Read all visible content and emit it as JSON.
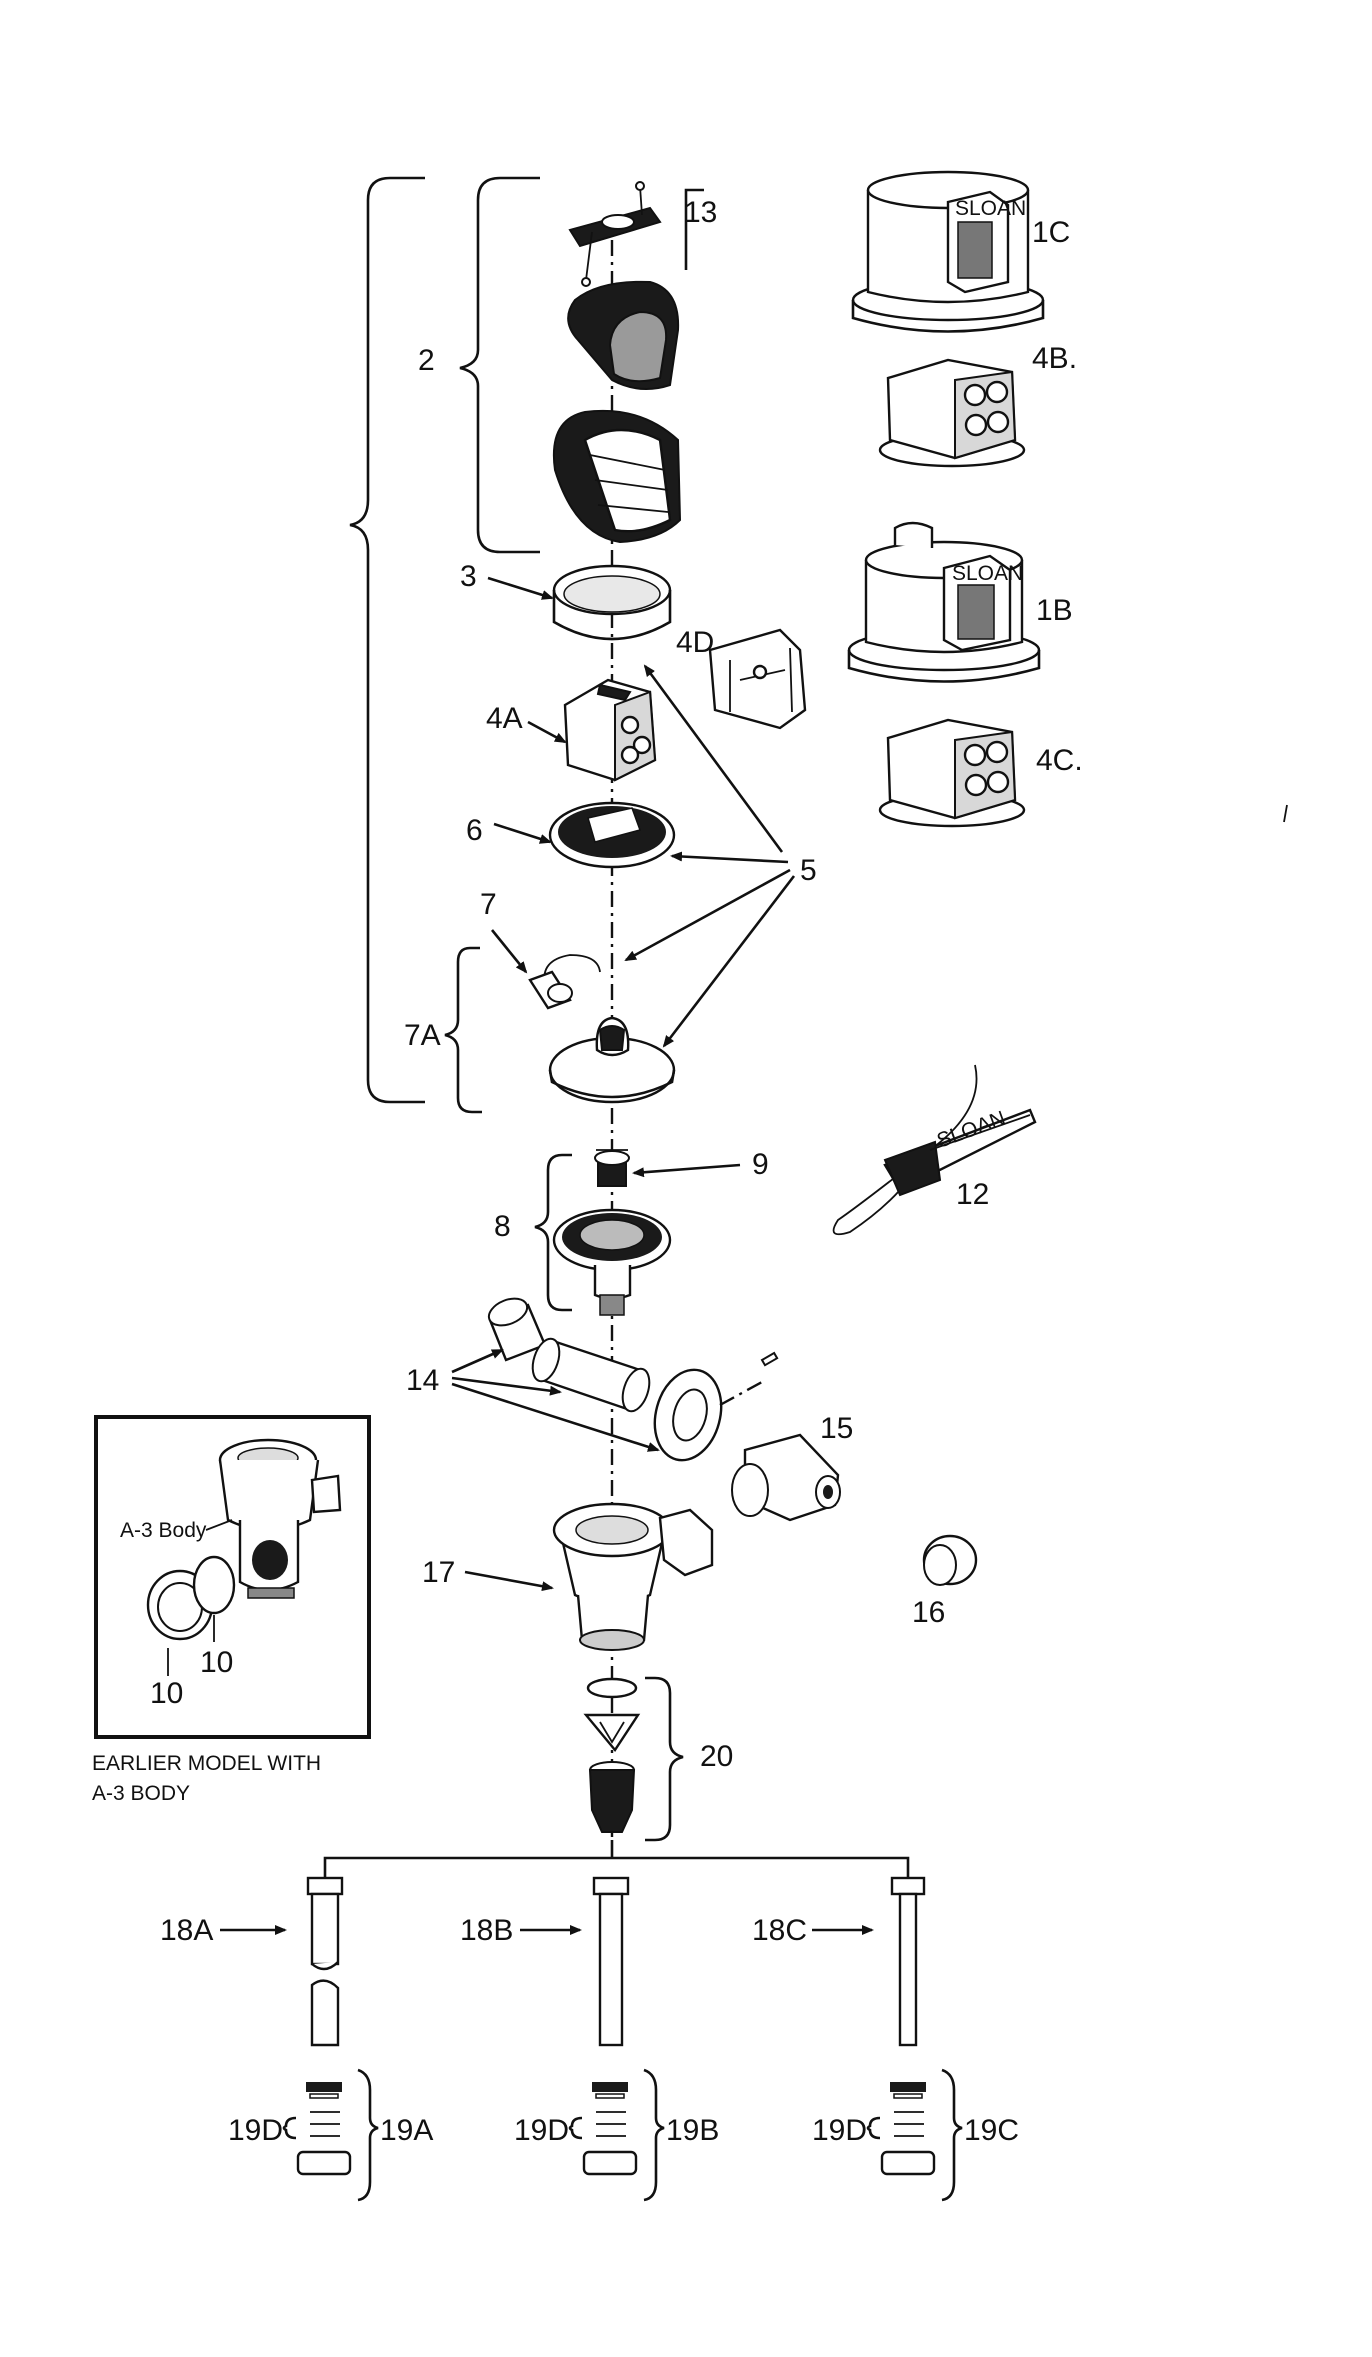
{
  "labels": {
    "l2": "2",
    "l13": "13",
    "l1C": "1C",
    "l4B": "4B.",
    "l3": "3",
    "l4D": "4D",
    "l1B": "1B",
    "l4A": "4A",
    "l4C": "4C.",
    "l6": "6",
    "l5": "5",
    "l7": "7",
    "l7A": "7A",
    "l9": "9",
    "l12": "12",
    "l8": "8",
    "l14": "14",
    "l15": "15",
    "l17": "17",
    "l16": "16",
    "l20": "20",
    "l18A": "18A",
    "l18B": "18B",
    "l18C": "18C",
    "l19D_a": "19D",
    "l19A": "19A",
    "l19D_b": "19D",
    "l19B": "19B",
    "l19D_c": "19D",
    "l19C": "19C"
  },
  "inset": {
    "body_label": "A-3 Body",
    "label_10a": "10",
    "label_10b": "10",
    "caption_line1": "EARLIER MODEL WITH",
    "caption_line2": "A-3 BODY"
  },
  "logos": {
    "sloan_1c": "SLOAN",
    "sloan_1b": "SLOAN",
    "sloan_12": "SLOAN"
  }
}
